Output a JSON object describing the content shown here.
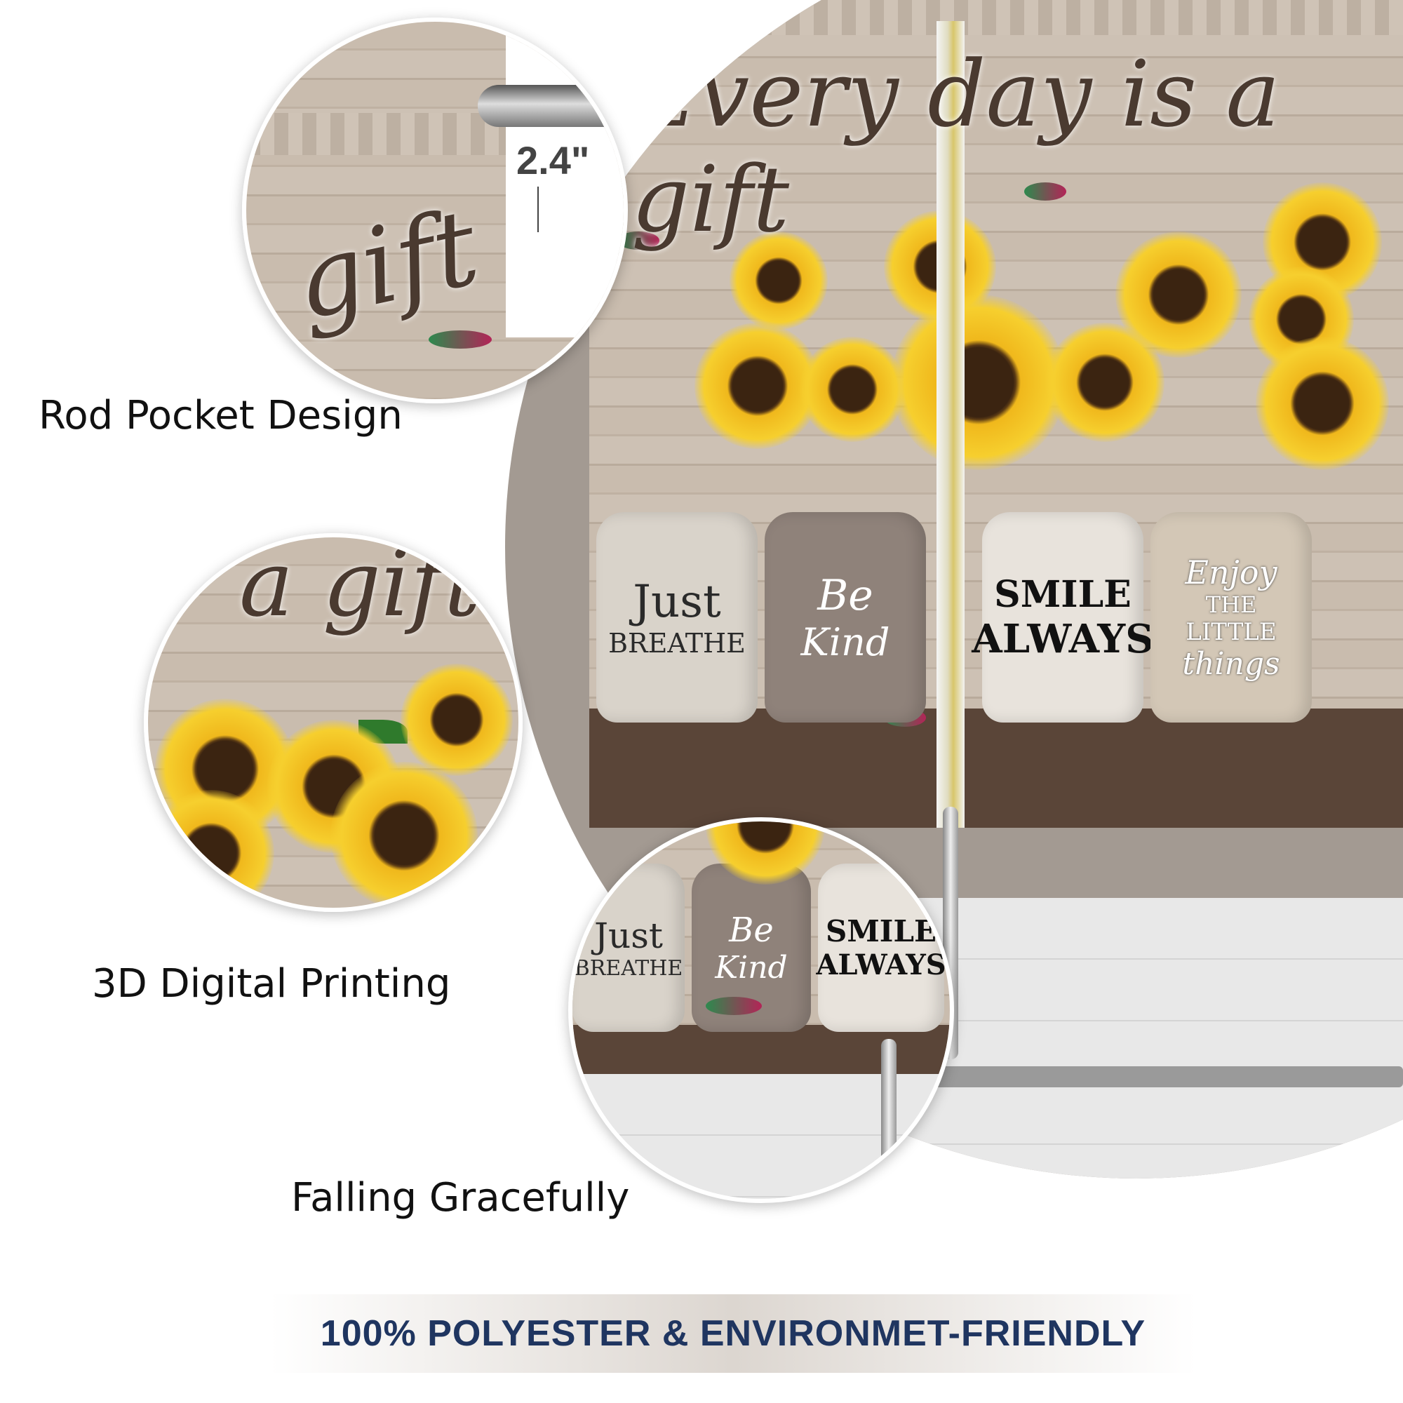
{
  "product": {
    "curtain_text": "Every day is a gift",
    "jars": [
      {
        "line1": "Just",
        "line2": "BREATHE"
      },
      {
        "line1": "Be",
        "line2": "Kind"
      },
      {
        "line1": "SMILE",
        "line2": "ALWAYS"
      },
      {
        "line1": "Enjoy",
        "line2": "THE",
        "line3": "LITTLE",
        "line4": "things"
      }
    ]
  },
  "features": [
    {
      "label": "Rod Pocket Design",
      "detail": "2.4\"",
      "detail_text": "gift"
    },
    {
      "label": "3D Digital Printing",
      "detail_text": "a gift"
    },
    {
      "label": "Falling Gracefully",
      "jars": [
        {
          "line1": "Just",
          "line2": "BREATHE"
        },
        {
          "line1": "Be",
          "line2": "Kind"
        },
        {
          "line1": "SMILE",
          "line2": "ALWAYS"
        }
      ]
    }
  ],
  "banner": {
    "text": "100% POLYESTER & ENVIRONMET-FRIENDLY"
  },
  "colors": {
    "banner_text": "#1f3560",
    "wood": "#c9bcae",
    "sunflower": "#f6cf2e"
  }
}
